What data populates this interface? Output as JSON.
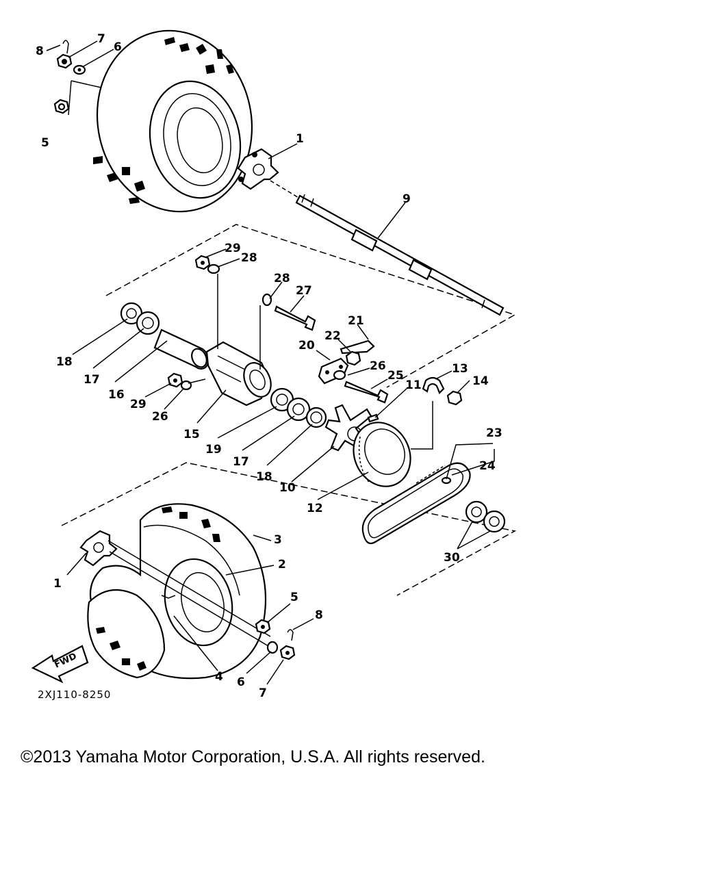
{
  "diagram": {
    "drawing_code": "2XJ110-8250",
    "fwd_label": "FWD",
    "part_numbers": [
      "1",
      "2",
      "3",
      "4",
      "5",
      "6",
      "7",
      "8",
      "9",
      "10",
      "11",
      "12",
      "13",
      "14",
      "15",
      "16",
      "17",
      "18",
      "19",
      "20",
      "21",
      "22",
      "23",
      "24",
      "25",
      "26",
      "27",
      "28",
      "29",
      "30"
    ],
    "callouts": [
      {
        "label": "8"
      },
      {
        "label": "7"
      },
      {
        "label": "6"
      },
      {
        "label": "5"
      },
      {
        "label": "1"
      },
      {
        "label": "9"
      },
      {
        "label": "29"
      },
      {
        "label": "28"
      },
      {
        "label": "28"
      },
      {
        "label": "27"
      },
      {
        "label": "21"
      },
      {
        "label": "22"
      },
      {
        "label": "20"
      },
      {
        "label": "26"
      },
      {
        "label": "25"
      },
      {
        "label": "11"
      },
      {
        "label": "13"
      },
      {
        "label": "14"
      },
      {
        "label": "18"
      },
      {
        "label": "17"
      },
      {
        "label": "16"
      },
      {
        "label": "29"
      },
      {
        "label": "26"
      },
      {
        "label": "15"
      },
      {
        "label": "19"
      },
      {
        "label": "17"
      },
      {
        "label": "18"
      },
      {
        "label": "10"
      },
      {
        "label": "12"
      },
      {
        "label": "23"
      },
      {
        "label": "24"
      },
      {
        "label": "30"
      },
      {
        "label": "3"
      },
      {
        "label": "2"
      },
      {
        "label": "1"
      },
      {
        "label": "5"
      },
      {
        "label": "8"
      },
      {
        "label": "4"
      },
      {
        "label": "6"
      },
      {
        "label": "7"
      }
    ]
  },
  "footer": {
    "copyright": "©2013 Yamaha Motor Corporation, U.S.A. All rights reserved."
  }
}
